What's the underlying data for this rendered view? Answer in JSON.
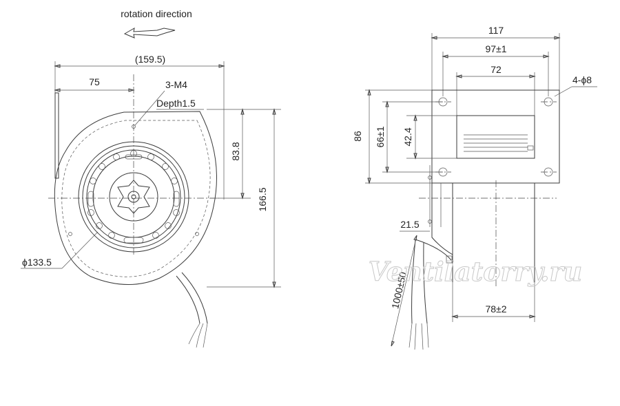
{
  "front_view": {
    "rotation_label": "rotation direction",
    "overall_width": "(159.5)",
    "offset_75": "75",
    "screw_spec": "3-M4",
    "screw_depth": "Depth1.5",
    "center_height": "83.8",
    "total_height": "166.5",
    "impeller_dia": "ϕ133.5"
  },
  "side_view": {
    "width_117": "117",
    "width_97": "97±1",
    "width_72": "72",
    "hole_spec": "4-ϕ8",
    "height_86": "86",
    "height_66": "66±1",
    "height_42": "42.4",
    "depth_21": "21.5",
    "outlet_78": "78±2",
    "cable_length": "1000±50"
  },
  "watermark": "Ventilatorry.ru",
  "colors": {
    "line": "#3a3a3a",
    "text": "#222222",
    "watermark": "#c8c8c8"
  }
}
